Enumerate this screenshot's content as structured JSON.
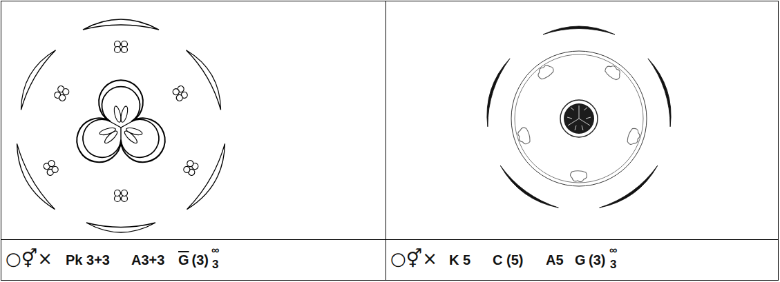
{
  "diagram": {
    "labels": [
      "○⚥×",
      "Pk 3+3",
      "A3+3",
      "G",
      "(3)",
      "∞",
      "3",
      "○⚥×",
      "K 5",
      "C (5)",
      "A5",
      "G",
      "(3)",
      "∞",
      "3"
    ]
  }
}
